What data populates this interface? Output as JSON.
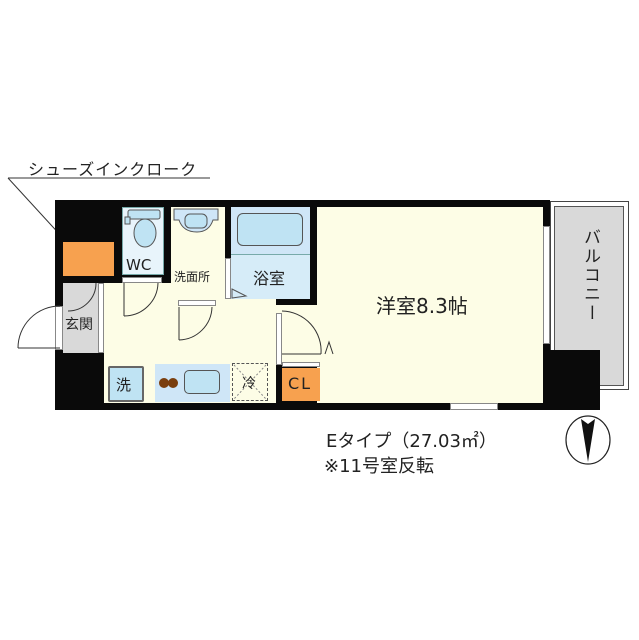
{
  "annotation": {
    "shoe_closet": "シューズインクローク"
  },
  "rooms": {
    "wc": "WC",
    "washroom": "洗面所",
    "bath": "浴室",
    "entrance": "玄関",
    "western_room": "洋室8.3帖",
    "balcony": "バルコニー",
    "closet": "CL",
    "washer": "洗",
    "fridge": "冷"
  },
  "info": {
    "type_line": "Eタイプ（27.03㎡）",
    "note_line": "※11号室反転"
  },
  "compass": {
    "direction": "north-down"
  },
  "colors": {
    "wall": "#0a0a0a",
    "floor": "#fdfde6",
    "wet_area": "#cfe6f7",
    "closet": "#f7a14f",
    "balcony": "#d9d9d9"
  }
}
